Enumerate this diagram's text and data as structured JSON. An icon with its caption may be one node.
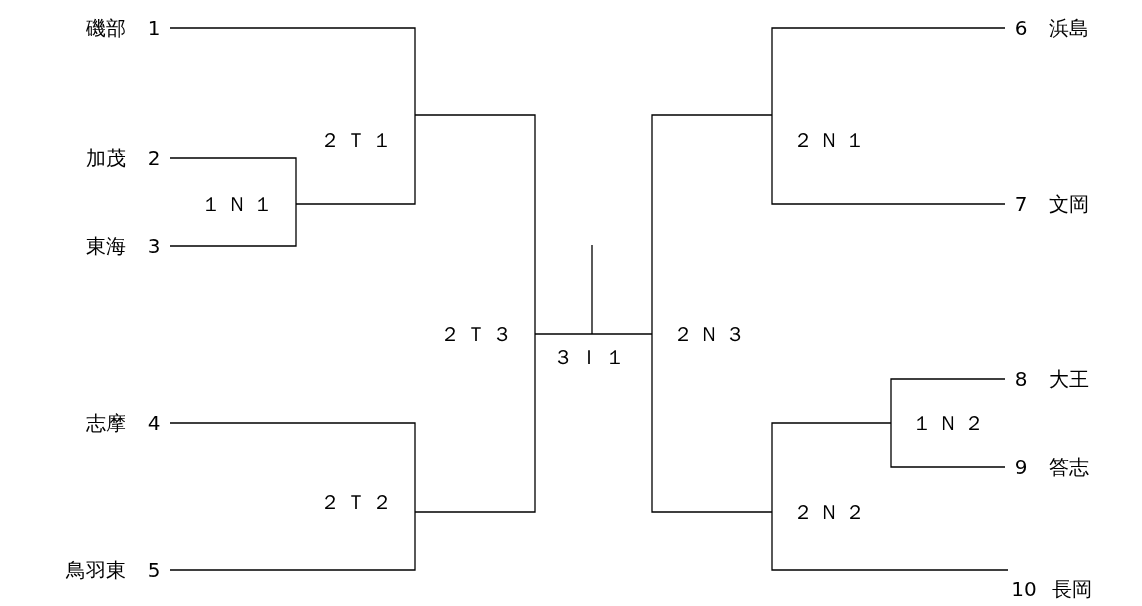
{
  "diagram": {
    "nodes": [
      {
        "text": [
          "磯部",
          "1"
        ]
      },
      {
        "text": [
          "加茂",
          "2"
        ]
      },
      {
        "text": [
          "東海",
          "3"
        ]
      },
      {
        "text": [
          "志摩",
          "4"
        ]
      },
      {
        "text": [
          "鳥羽東",
          "5"
        ]
      },
      {
        "text": [
          "１Ｎ１"
        ]
      },
      {
        "text": [
          "２Ｔ１"
        ]
      },
      {
        "text": [
          "２Ｔ２"
        ]
      },
      {
        "text": [
          "２Ｔ３"
        ]
      },
      {
        "text": [
          "３Ｉ１"
        ]
      },
      {
        "text": [
          "２Ｎ３"
        ]
      },
      {
        "text": [
          "２Ｎ１"
        ]
      },
      {
        "text": [
          "１Ｎ２"
        ]
      },
      {
        "text": [
          "２Ｎ２"
        ]
      },
      {
        "text": [
          "6",
          "浜島"
        ]
      },
      {
        "text": [
          "7",
          "文岡"
        ]
      },
      {
        "text": [
          "8",
          "大王"
        ]
      },
      {
        "text": [
          "9",
          "答志"
        ]
      },
      {
        "text": [
          "10",
          "長岡"
        ]
      }
    ],
    "edges": [
      {
        "from": 0,
        "to": 6,
        "arrow": "none"
      },
      {
        "from": 1,
        "to": 5,
        "arrow": "none"
      },
      {
        "from": 2,
        "to": 5,
        "arrow": "none"
      },
      {
        "from": 5,
        "to": 6,
        "arrow": "none"
      },
      {
        "from": 3,
        "to": 7,
        "arrow": "none"
      },
      {
        "from": 4,
        "to": 7,
        "arrow": "none"
      },
      {
        "from": 6,
        "to": 8,
        "arrow": "none"
      },
      {
        "from": 7,
        "to": 8,
        "arrow": "none"
      },
      {
        "from": 8,
        "to": 9,
        "arrow": "none"
      },
      {
        "from": 14,
        "to": 11,
        "arrow": "none"
      },
      {
        "from": 15,
        "to": 11,
        "arrow": "none"
      },
      {
        "from": 16,
        "to": 12,
        "arrow": "none"
      },
      {
        "from": 17,
        "to": 12,
        "arrow": "none"
      },
      {
        "from": 12,
        "to": 13,
        "arrow": "none"
      },
      {
        "from": 18,
        "to": 13,
        "arrow": "none"
      },
      {
        "from": 11,
        "to": 10,
        "arrow": "none"
      },
      {
        "from": 13,
        "to": 10,
        "arrow": "none"
      },
      {
        "from": 10,
        "to": 9,
        "arrow": "none"
      }
    ]
  }
}
